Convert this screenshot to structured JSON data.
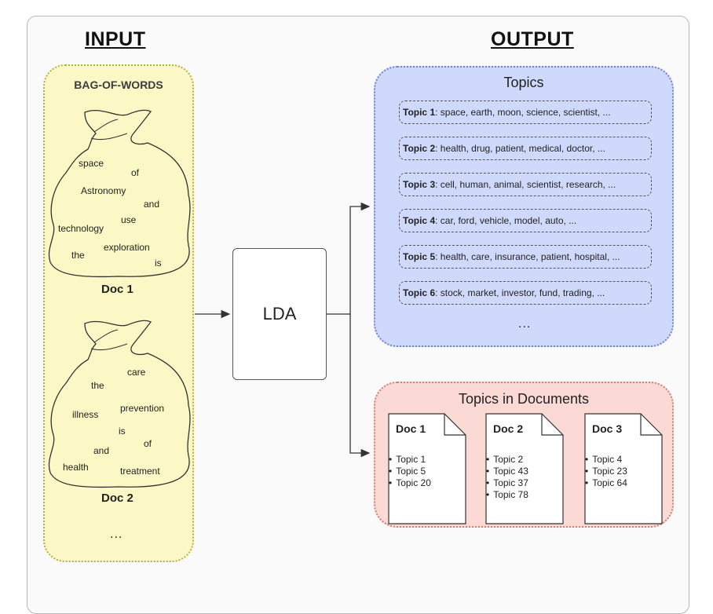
{
  "headings": {
    "input": "INPUT",
    "output": "OUTPUT"
  },
  "bag_of_words": {
    "title": "BAG-OF-WORDS",
    "docs": [
      {
        "label": "Doc 1",
        "words": [
          "space",
          "of",
          "Astronomy",
          "and",
          "use",
          "technology",
          "exploration",
          "the",
          "is"
        ]
      },
      {
        "label": "Doc 2",
        "words": [
          "care",
          "the",
          "prevention",
          "illness",
          "is",
          "of",
          "and",
          "health",
          "treatment"
        ]
      }
    ],
    "ellipsis": "..."
  },
  "lda": {
    "label": "LDA"
  },
  "topics": {
    "title": "Topics",
    "items": [
      {
        "label": "Topic 1",
        "words": ": space, earth, moon, science, scientist, ..."
      },
      {
        "label": "Topic 2",
        "words": ": health, drug, patient, medical, doctor, ..."
      },
      {
        "label": "Topic 3",
        "words": ": cell, human, animal, scientist, research, ..."
      },
      {
        "label": "Topic 4",
        "words": ": car, ford, vehicle, model, auto, ..."
      },
      {
        "label": "Topic 5",
        "words": ": health, care, insurance, patient, hospital, ..."
      },
      {
        "label": "Topic 6",
        "words": ": stock, market, investor, fund, trading, ..."
      }
    ],
    "ellipsis": "..."
  },
  "topics_in_documents": {
    "title": "Topics in Documents",
    "docs": [
      {
        "title": "Doc 1",
        "topics": [
          "Topic 1",
          "Topic 5",
          "Topic 20"
        ]
      },
      {
        "title": "Doc 2",
        "topics": [
          "Topic 2",
          "Topic 43",
          "Topic 37",
          "Topic 78"
        ]
      },
      {
        "title": "Doc 3",
        "topics": [
          "Topic 4",
          "Topic 23",
          "Topic 64"
        ]
      }
    ]
  },
  "colors": {
    "bag_panel": "#fbf8c5",
    "topics_panel": "#cfd9fc",
    "topics_in_docs_panel": "#fbd9d4"
  }
}
